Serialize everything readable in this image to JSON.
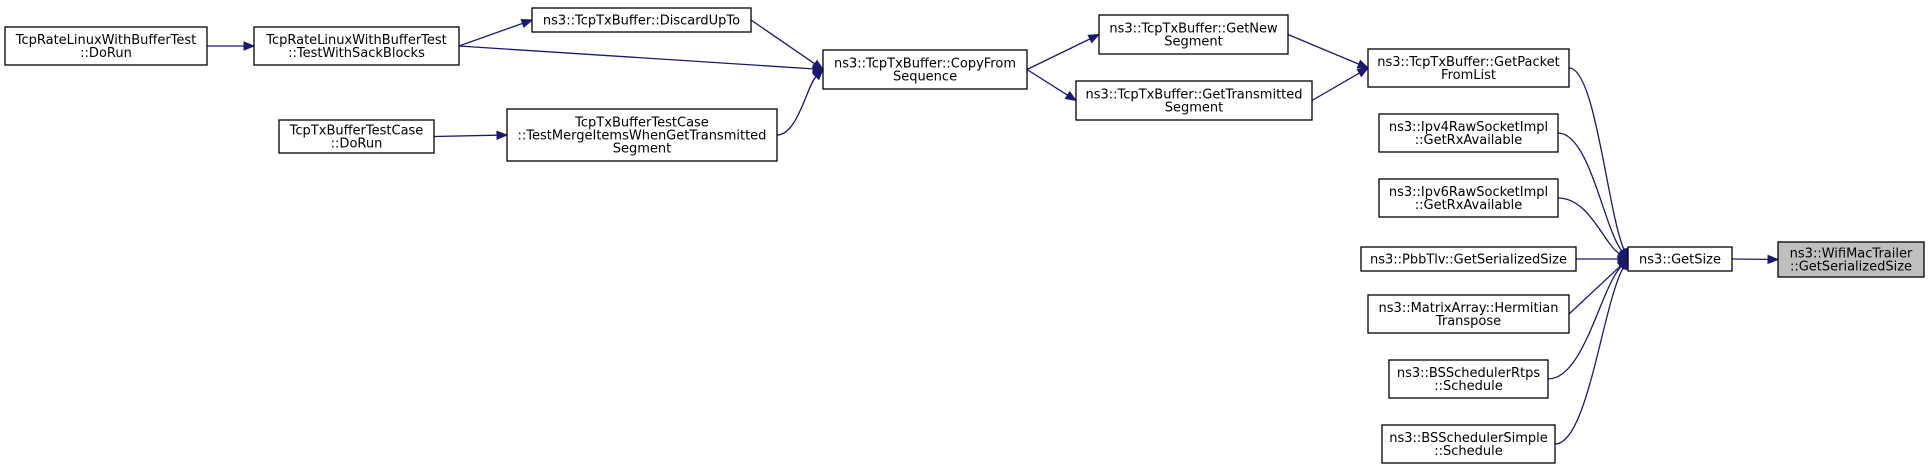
{
  "nodes": [
    {
      "id": "n_target",
      "lines": [
        "ns3::WifiMacTrailer",
        "::GetSerializedSize"
      ],
      "highlight": true
    },
    {
      "id": "n_getsize",
      "lines": [
        "ns3::GetSize"
      ]
    },
    {
      "id": "n_getpacket",
      "lines": [
        "ns3::TcpTxBuffer::GetPacket",
        "FromList"
      ]
    },
    {
      "id": "n_ipv4",
      "lines": [
        "ns3::Ipv4RawSocketImpl",
        "::GetRxAvailable"
      ]
    },
    {
      "id": "n_ipv6",
      "lines": [
        "ns3::Ipv6RawSocketImpl",
        "::GetRxAvailable"
      ]
    },
    {
      "id": "n_pbbtlv",
      "lines": [
        "ns3::PbbTlv::GetSerializedSize"
      ]
    },
    {
      "id": "n_matrix",
      "lines": [
        "ns3::MatrixArray::Hermitian",
        "Transpose"
      ]
    },
    {
      "id": "n_bsrtps",
      "lines": [
        "ns3::BSSchedulerRtps",
        "::Schedule"
      ]
    },
    {
      "id": "n_bssimple",
      "lines": [
        "ns3::BSSchedulerSimple",
        "::Schedule"
      ]
    },
    {
      "id": "n_getnew",
      "lines": [
        "ns3::TcpTxBuffer::GetNew",
        "Segment"
      ]
    },
    {
      "id": "n_gettrans",
      "lines": [
        "ns3::TcpTxBuffer::GetTransmitted",
        "Segment"
      ]
    },
    {
      "id": "n_copyfrom",
      "lines": [
        "ns3::TcpTxBuffer::CopyFrom",
        "Sequence"
      ]
    },
    {
      "id": "n_discard",
      "lines": [
        "ns3::TcpTxBuffer::DiscardUpTo"
      ]
    },
    {
      "id": "n_testsack",
      "lines": [
        "TcpRateLinuxWithBufferTest",
        "::TestWithSackBlocks"
      ]
    },
    {
      "id": "n_testmerge",
      "lines": [
        "TcpTxBufferTestCase",
        "::TestMergeItemsWhenGetTransmitted",
        "Segment"
      ]
    },
    {
      "id": "n_ratedorun",
      "lines": [
        "TcpRateLinuxWithBufferTest",
        "::DoRun"
      ]
    },
    {
      "id": "n_txdorun",
      "lines": [
        "TcpTxBufferTestCase",
        "::DoRun"
      ]
    }
  ],
  "edges": [
    {
      "from": "n_getsize",
      "to": "n_target"
    },
    {
      "from": "n_getpacket",
      "to": "n_getsize"
    },
    {
      "from": "n_ipv4",
      "to": "n_getsize"
    },
    {
      "from": "n_ipv6",
      "to": "n_getsize"
    },
    {
      "from": "n_pbbtlv",
      "to": "n_getsize"
    },
    {
      "from": "n_matrix",
      "to": "n_getsize"
    },
    {
      "from": "n_bsrtps",
      "to": "n_getsize"
    },
    {
      "from": "n_bssimple",
      "to": "n_getsize"
    },
    {
      "from": "n_getnew",
      "to": "n_getpacket"
    },
    {
      "from": "n_gettrans",
      "to": "n_getpacket"
    },
    {
      "from": "n_copyfrom",
      "to": "n_getnew"
    },
    {
      "from": "n_copyfrom",
      "to": "n_gettrans"
    },
    {
      "from": "n_discard",
      "to": "n_copyfrom"
    },
    {
      "from": "n_testsack",
      "to": "n_copyfrom"
    },
    {
      "from": "n_testmerge",
      "to": "n_copyfrom"
    },
    {
      "from": "n_testsack",
      "to": "n_discard"
    },
    {
      "from": "n_ratedorun",
      "to": "n_testsack"
    },
    {
      "from": "n_txdorun",
      "to": "n_testmerge"
    }
  ],
  "colors": {
    "edge": "#191970",
    "node_border": "#000000",
    "node_fill": "#ffffff",
    "highlight_fill": "#bfbfbf"
  }
}
